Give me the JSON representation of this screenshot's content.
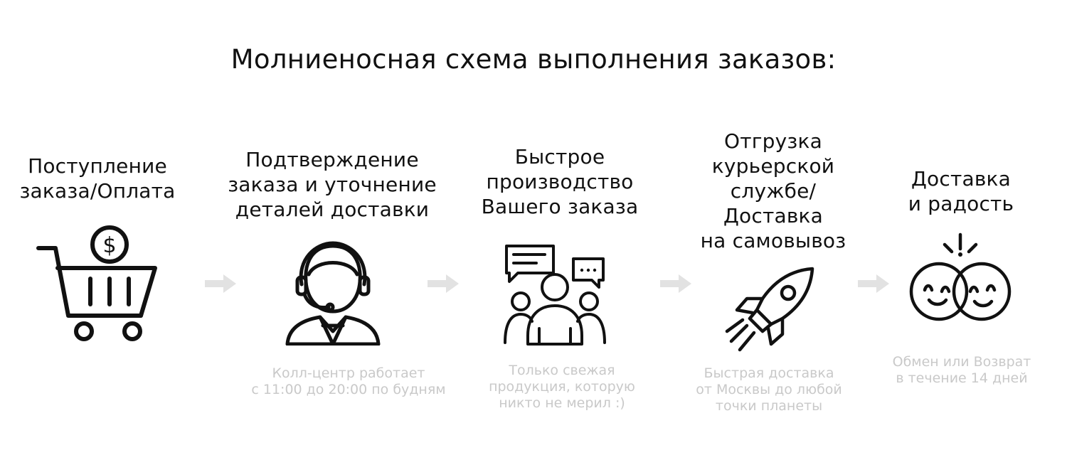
{
  "title": "Молниеносная схема выполнения заказов:",
  "steps": [
    {
      "title": "Поступление\nзаказа/Оплата",
      "icon": "shopping-cart-dollar-icon",
      "note": ""
    },
    {
      "title": "Подтверждение\nзаказа и уточнение\nдеталей доставки",
      "icon": "call-center-operator-icon",
      "note": "Колл-центр работает\nс 11:00 до 20:00 по будням"
    },
    {
      "title": "Быстрое\nпроизводство\nВашего заказа",
      "icon": "team-discussion-icon",
      "note": "Только свежая\nпродукция, которую\nникто не мерил :)"
    },
    {
      "title": "Отгрузка\nкурьерской\nслужбе/\nДоставка\nна самовывоз",
      "icon": "rocket-icon",
      "note": "Быстрая доставка\nот Москвы до любой\nточки планеты"
    },
    {
      "title": "Доставка\nи радость",
      "icon": "happy-faces-icon",
      "note": "Обмен или Возврат\nв течение 14 дней"
    }
  ],
  "colors": {
    "text": "#111111",
    "note": "#c9c9c9",
    "arrow": "#e2e2e2",
    "icon_stroke": "#111111"
  }
}
